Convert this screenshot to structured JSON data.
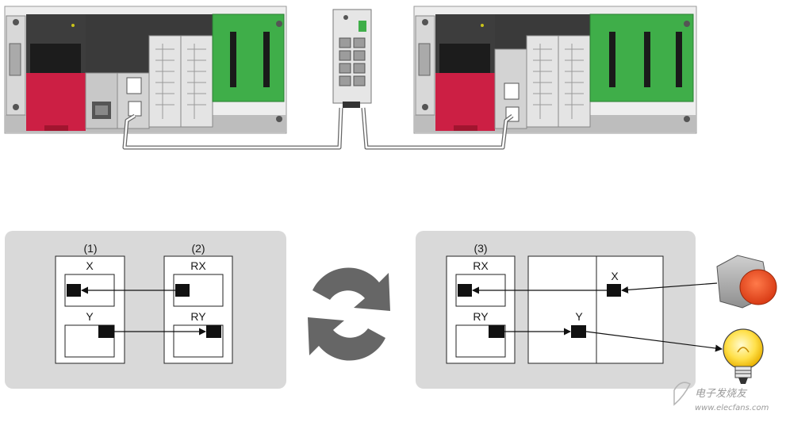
{
  "labels": {
    "left_panel": {
      "group1": "(1)",
      "group2": "(2)",
      "x": "X",
      "y": "Y",
      "rx": "RX",
      "ry": "RY"
    },
    "right_panel": {
      "group3": "(3)",
      "rx": "RX",
      "ry": "RY",
      "x": "X",
      "y": "Y"
    }
  },
  "watermark": {
    "text": "电子发烧友",
    "url": "www.elecfans.com"
  },
  "colors": {
    "panel_bg": "#d9d9d9",
    "module_red": "#cc1f44",
    "board_green": "#3fae49",
    "signal_block": "#111111",
    "cable": "#666666"
  },
  "icons": [
    "plc-rack-left",
    "ethernet-switch",
    "plc-rack-right",
    "refresh-cycle-icon",
    "push-button-icon",
    "lamp-icon"
  ]
}
